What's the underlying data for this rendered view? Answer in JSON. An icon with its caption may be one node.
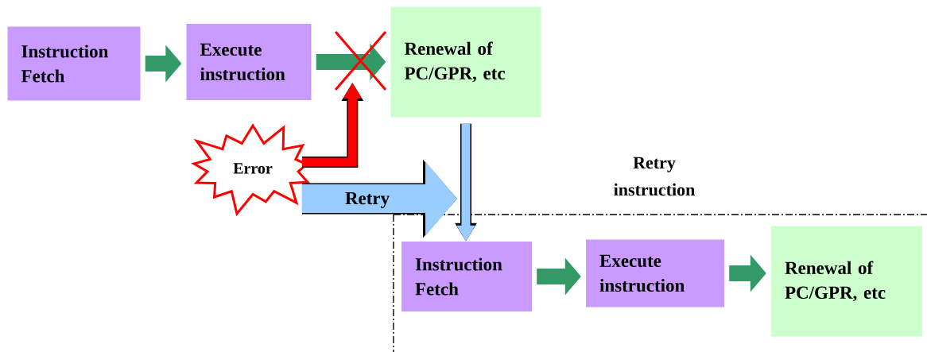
{
  "diagram": {
    "nodes": [
      {
        "text": [
          "Instruction Fetch"
        ]
      },
      {
        "text": [
          "Execute instruction"
        ]
      },
      {
        "text": [
          "Renewal of PC/GPR, etc"
        ]
      },
      {
        "text": [
          "Error"
        ]
      },
      {
        "text": [
          "Instruction Fetch"
        ]
      },
      {
        "text": [
          "Execute instruction"
        ]
      },
      {
        "text": [
          "Renewal of PC/GPR, etc"
        ]
      }
    ],
    "edges": [
      {
        "from": 0,
        "to": 1,
        "arrow": "to"
      },
      {
        "from": 1,
        "to": 2,
        "arrow": "to"
      },
      {
        "from": 3,
        "to": 2,
        "arrow": "to",
        "color": "#ff0000"
      },
      {
        "from": 2,
        "to": 4,
        "arrow": "to",
        "color": "#99ccff"
      },
      {
        "from": 3,
        "to": null,
        "arrow": "to",
        "label": "Retry",
        "style": "thick",
        "color": "#99ccff"
      },
      {
        "from": 4,
        "to": 5,
        "arrow": "to"
      },
      {
        "from": 5,
        "to": 6,
        "arrow": "to"
      }
    ],
    "labels": [
      "Retry instruction"
    ]
  }
}
